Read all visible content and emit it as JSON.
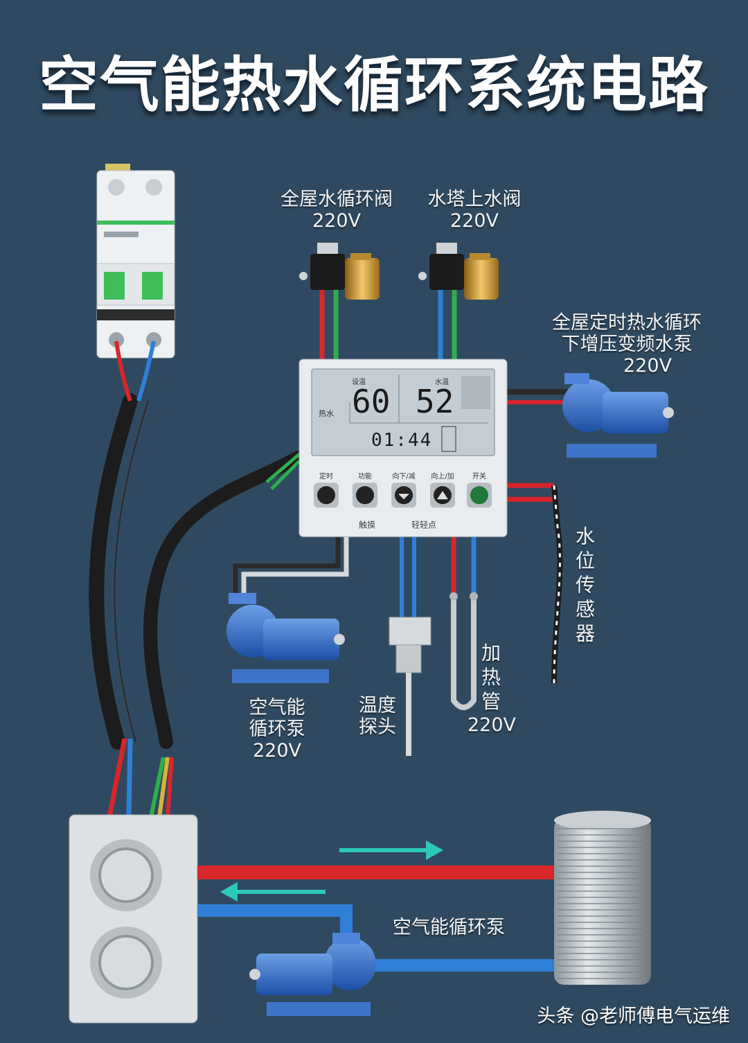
{
  "title": "空气能热水循环系统电路",
  "valves": {
    "whole_house": {
      "name": "全屋水循环阀",
      "voltage": "220V"
    },
    "tower": {
      "name": "水塔上水阀",
      "voltage": "220V"
    }
  },
  "booster_pump": {
    "line1": "全屋定时热水循环",
    "line2": "下增压变频水泵",
    "voltage": "220V"
  },
  "controller": {
    "left_label": "设温",
    "right_label": "水温",
    "left_value": "60",
    "right_value": "52",
    "time": "01:44",
    "mode": "热水",
    "buttons": [
      "定时",
      "功能",
      "向下/减",
      "向上/加",
      "开关"
    ],
    "touch_hint_left": "触摸",
    "touch_hint_right": "轻轻点"
  },
  "water_level_sensor": "水位传感器",
  "air_pump": {
    "line1": "空气能",
    "line2": "循环泵",
    "voltage": "220V"
  },
  "temp_probe": {
    "line1": "温度",
    "line2": "探头"
  },
  "heater": {
    "name": "加热管",
    "voltage": "220V"
  },
  "bottom_pump_label": "空气能循环泵",
  "watermark": "头条 @老师傅电气运维",
  "colors": {
    "background": "#2f4a60",
    "live": "#d8262b",
    "neutral": "#2f7fd6",
    "earth": "#2fae4b",
    "flow_arrow": "#2cc9b8"
  }
}
